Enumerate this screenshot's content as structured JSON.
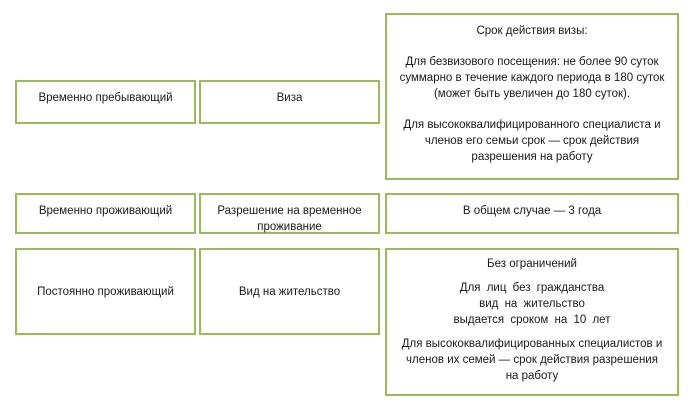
{
  "rows": [
    {
      "status": "Временно пребывающий",
      "document": "Виза",
      "term": {
        "title": "Срок действия визы:",
        "p1": [
          "Для безвизового посещения: не более 90 суток",
          "суммарно в течение каждого периода в 180 суток",
          "(может быть увеличен до 180 суток)."
        ],
        "p2": [
          "Для высококвалифицированного специалиста и",
          "членов его семьи срок — срок действия",
          "разрешения на работу"
        ]
      }
    },
    {
      "status": "Временно проживающий",
      "document": [
        "Разрешение на временное",
        "проживание"
      ],
      "term": {
        "title": "В общем случае — 3 года"
      }
    },
    {
      "status": "Постоянно проживающий",
      "document": "Вид на жительство",
      "term": {
        "title": "Без ограничений",
        "p1": [
          "Для лиц без гражданства",
          "вид на жительство",
          "выдается сроком на 10 лет"
        ],
        "p2": [
          "Для высококвалифицированных специалистов и",
          "членов их семей — срок действия разрешения",
          "на работу"
        ]
      }
    }
  ]
}
